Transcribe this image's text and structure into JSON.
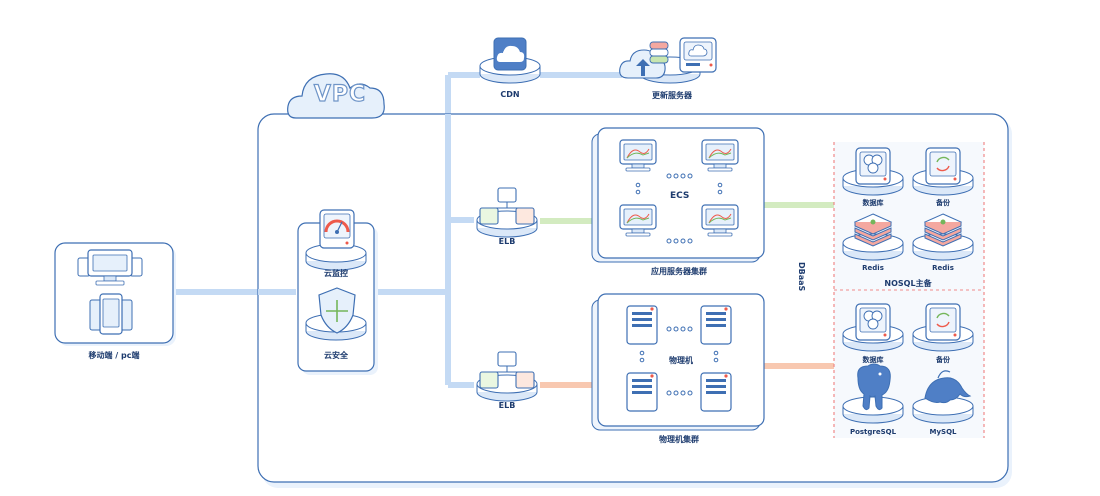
{
  "vpc": "VPC",
  "client": {
    "label": "移动端 / pc端"
  },
  "security": {
    "monitor": "云监控",
    "safety": "云安全"
  },
  "cdn": {
    "icon_text": "CDN",
    "label": "CDN"
  },
  "update_server": {
    "label": "更新服务器"
  },
  "elb": {
    "top": "ELB",
    "bottom": "ELB"
  },
  "app_cluster": {
    "center": "ECS",
    "label": "应用服务器集群"
  },
  "physical_cluster": {
    "center": "物理机",
    "label": "物理机集群"
  },
  "dbaas": {
    "side_label": "DBaaS",
    "top_db": "数据库",
    "top_backup": "备份",
    "redis_1": "Redis",
    "redis_2": "Redis",
    "nosql": "NOSQL主备",
    "bottom_db": "数据库",
    "bottom_backup": "备份",
    "postgres": "PostgreSQL",
    "mysql": "MySQL"
  },
  "colors": {
    "outline": "#3e6fb3",
    "fill_light": "#eef4fc",
    "line_blue": "#b9d4f2",
    "line_green": "#c8e6b0",
    "line_orange": "#f6b99a",
    "dash_red": "#f08a8a"
  }
}
